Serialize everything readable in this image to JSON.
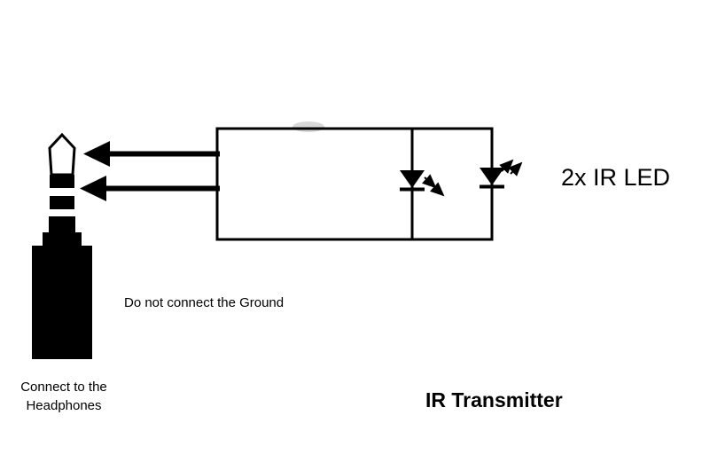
{
  "labels": {
    "led_count": "2x IR LED",
    "ground_note": "Do not connect the Ground",
    "headphone_note_line1": "Connect to the",
    "headphone_note_line2": "Headphones",
    "title": "IR Transmitter"
  },
  "colors": {
    "line": "#000000",
    "background": "#ffffff"
  },
  "diagram": {
    "type": "circuit-schematic",
    "components": [
      "3.5mm-headphone-plug",
      "ir-led-1",
      "ir-led-2"
    ],
    "connections": [
      "plug-tip to circuit loop (arrow)",
      "plug-ring to circuit loop (arrow)",
      "two IR LEDs in parallel inside loop"
    ]
  }
}
